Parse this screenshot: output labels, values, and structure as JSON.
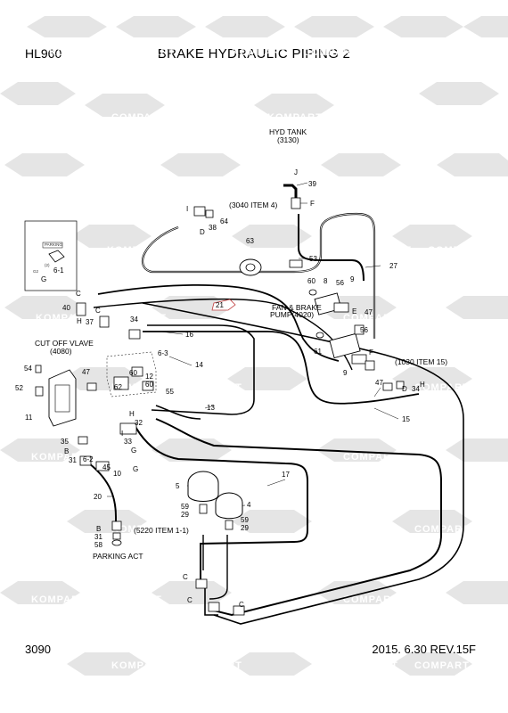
{
  "header": {
    "model": "HL960",
    "title": "BRAKE HYDRAULIC PIPING 2"
  },
  "footer": {
    "page_code": "3090",
    "revision": "2015. 6.30  REV.15F"
  },
  "watermark": {
    "text_a": "KOMPART",
    "text_b": "COMPART",
    "color": "#d9d9d9"
  },
  "labels": {
    "hyd_tank": "HYD TANK",
    "hyd_tank_ref": "(3130)",
    "ref_3040": "(3040 ITEM 4)",
    "cut_off_valve": "CUT OFF VLAVE",
    "cut_off_valve_ref": "(4080)",
    "fan_brake_pump": "FAN & BRAKE",
    "fan_brake_pump_ref": "PUMP(4020)",
    "ref_1030": "(1030 ITEM 15)",
    "ref_5220": "(5220 ITEM 1-1)",
    "parking_act": "PARKING ACT"
  },
  "callouts": {
    "c39": "39",
    "cJ": "J",
    "cF1": "F",
    "c64": "64",
    "c38": "38",
    "cD1": "D",
    "cI1": "I",
    "c63": "63",
    "c53": "53",
    "c27": "27",
    "c21": "21",
    "c60a": "60",
    "c8": "8",
    "c56a": "56",
    "c9a": "9",
    "cE": "E",
    "c47a": "47",
    "c56b": "56",
    "c61": "61",
    "c9b": "9",
    "cF2": "F",
    "c40": "40",
    "cC1": "C",
    "cH1": "H",
    "c37": "37",
    "cC2": "C",
    "c34a": "34",
    "c16": "16",
    "c63b": "6-3",
    "c14": "14",
    "c54": "54",
    "c52": "52",
    "c47b": "47",
    "c60b": "60",
    "c62": "62",
    "c12": "12",
    "c60c": "60",
    "c55": "55",
    "c11": "11",
    "c13": "13",
    "cH2": "H",
    "c32": "32",
    "cI2": "I",
    "c33": "33",
    "cG1": "G",
    "c35": "35",
    "cB1": "B",
    "c31a": "31",
    "c62b": "6-2",
    "c45": "45",
    "c10": "10",
    "cG2": "G",
    "c17": "17",
    "c47c": "47",
    "cD2": "D",
    "c34b": "34",
    "cH3": "H",
    "c15": "15",
    "c5": "5",
    "c4": "4",
    "c59a": "59",
    "c29a": "29",
    "c59b": "59",
    "c29b": "29",
    "c20": "20",
    "cB2": "B",
    "c31b": "31",
    "c58": "58",
    "cC3": "C",
    "cC4": "C",
    "cC5": "C",
    "c61b": "6-1",
    "cG3": "G"
  },
  "inset": {
    "tag_text": "PARKING",
    "pos_a": "(2)",
    "pos_b": "G2"
  }
}
